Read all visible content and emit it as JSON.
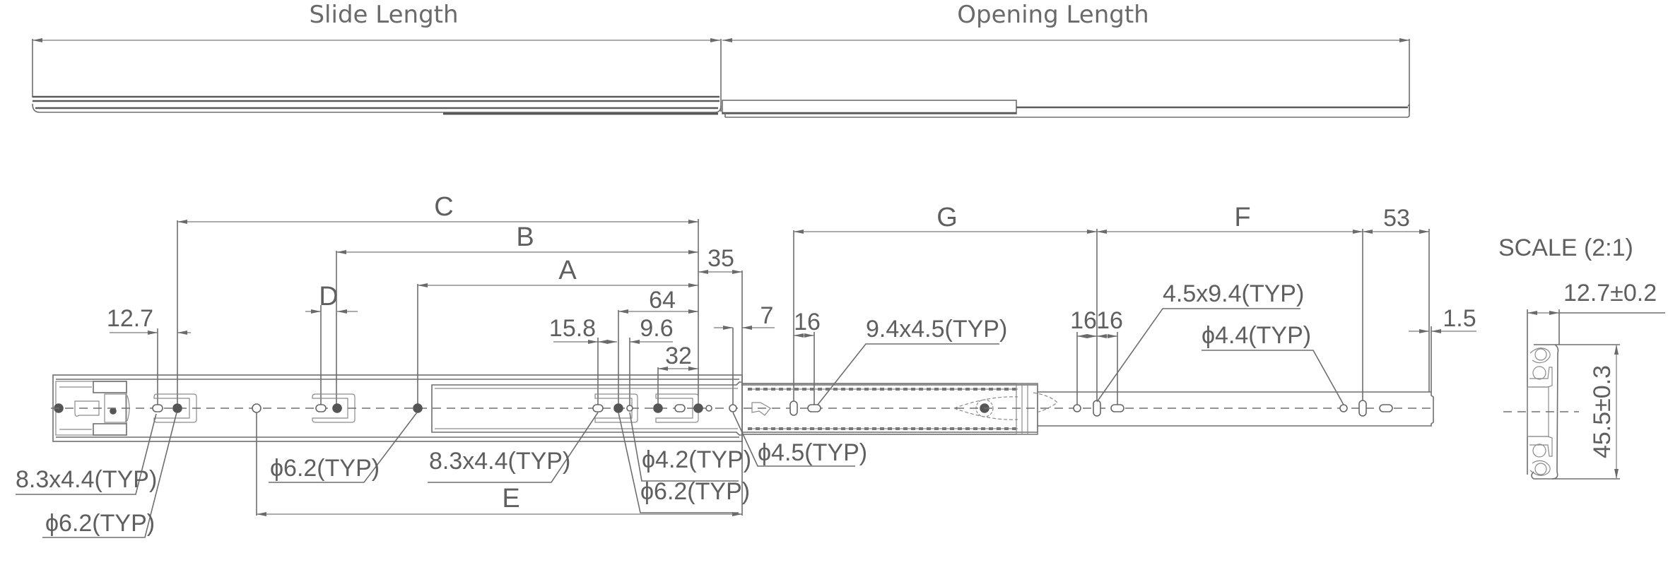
{
  "header": {
    "slide_length_label": "Slide Length",
    "opening_length_label": "Opening Length"
  },
  "dimensions": {
    "A": "A",
    "B": "B",
    "C": "C",
    "D": "D",
    "E": "E",
    "F": "F",
    "G": "G",
    "d_12_7": "12.7",
    "d_64": "64",
    "d_15_8": "15.8",
    "d_9_6": "9.6",
    "d_32": "32",
    "d_35": "35",
    "d_7": "7",
    "d_16_a": "16",
    "d_16_b": "16",
    "d_16_c": "16",
    "d_53": "53",
    "d_1_5": "1.5"
  },
  "callouts": {
    "slot_8_3x4_4_left": "8.3x4.4(TYP)",
    "hole_phi6_2_left": "ϕ6.2(TYP)",
    "hole_phi6_2_mid": "ϕ6.2(TYP)",
    "slot_8_3x4_4_mid": "8.3x4.4(TYP)",
    "hole_phi4_2": "ϕ4.2(TYP)",
    "hole_phi6_2_right": "ϕ6.2(TYP)",
    "hole_phi4_5": "ϕ4.5(TYP)",
    "slot_9_4x4_5": "9.4x4.5(TYP)",
    "slot_4_5x9_4": "4.5x9.4(TYP)",
    "hole_phi4_4": "ϕ4.4(TYP)"
  },
  "section_view": {
    "scale_label": "SCALE  (2:1)",
    "width_tolerance": "12.7±0.2",
    "height_tolerance": "45.5±0.3"
  },
  "colors": {
    "line": "#6e6e6e",
    "text": "#5f5f5f",
    "background": "#ffffff"
  }
}
